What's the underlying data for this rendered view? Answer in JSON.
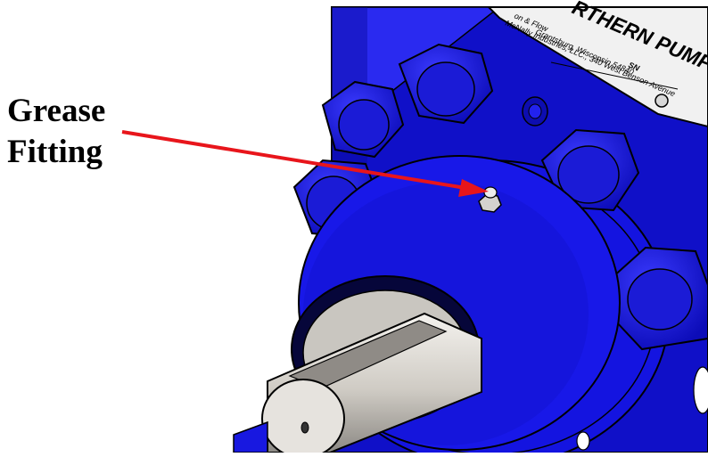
{
  "callout": {
    "line1": "Grease",
    "line2": "Fitting"
  },
  "nameplate": {
    "brand_partial": "RTHERN PUMP",
    "tagline_partial": "on & Flow",
    "company_line": "McNally Industries, LLC., 340 West Benson Avenue",
    "city_line": "Grantsburg, Wisconsin 54840",
    "sn_label": "SN"
  },
  "colors": {
    "pump_body": "#1414e6",
    "pump_shadow": "#05057a",
    "shaft": "#d9d6d1",
    "arrow": "#e8151b",
    "nameplate": "#f1f1f1"
  }
}
